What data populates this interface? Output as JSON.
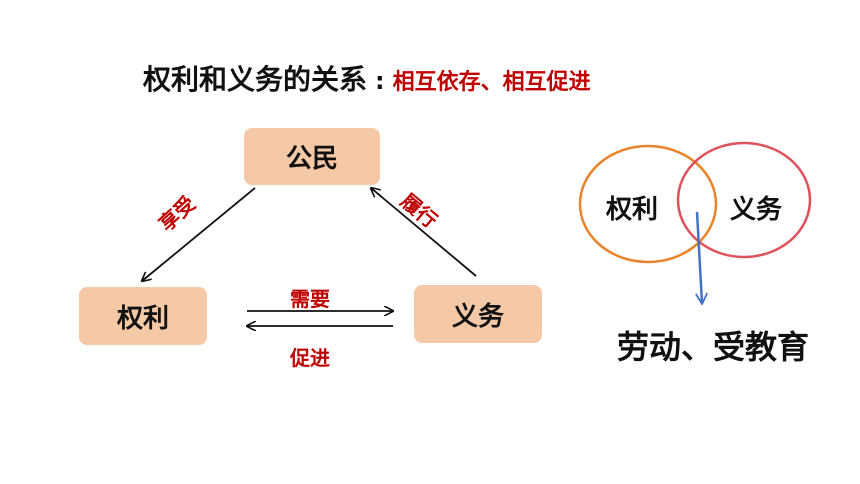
{
  "title": {
    "main": "权利和义务的关系",
    "separator": ":",
    "sub": "相互依存、相互促进"
  },
  "nodes": {
    "citizen": "公民",
    "rights": "权利",
    "duties": "义务"
  },
  "edge_labels": {
    "enjoy": "享受",
    "fulfill": "履行",
    "need": "需要",
    "promote": "促进"
  },
  "venn": {
    "left": "权利",
    "right": "义务",
    "left_color": "#e8832a",
    "right_color": "#e0505a",
    "arrow_color": "#4472c4"
  },
  "result": "劳动、受教育"
}
